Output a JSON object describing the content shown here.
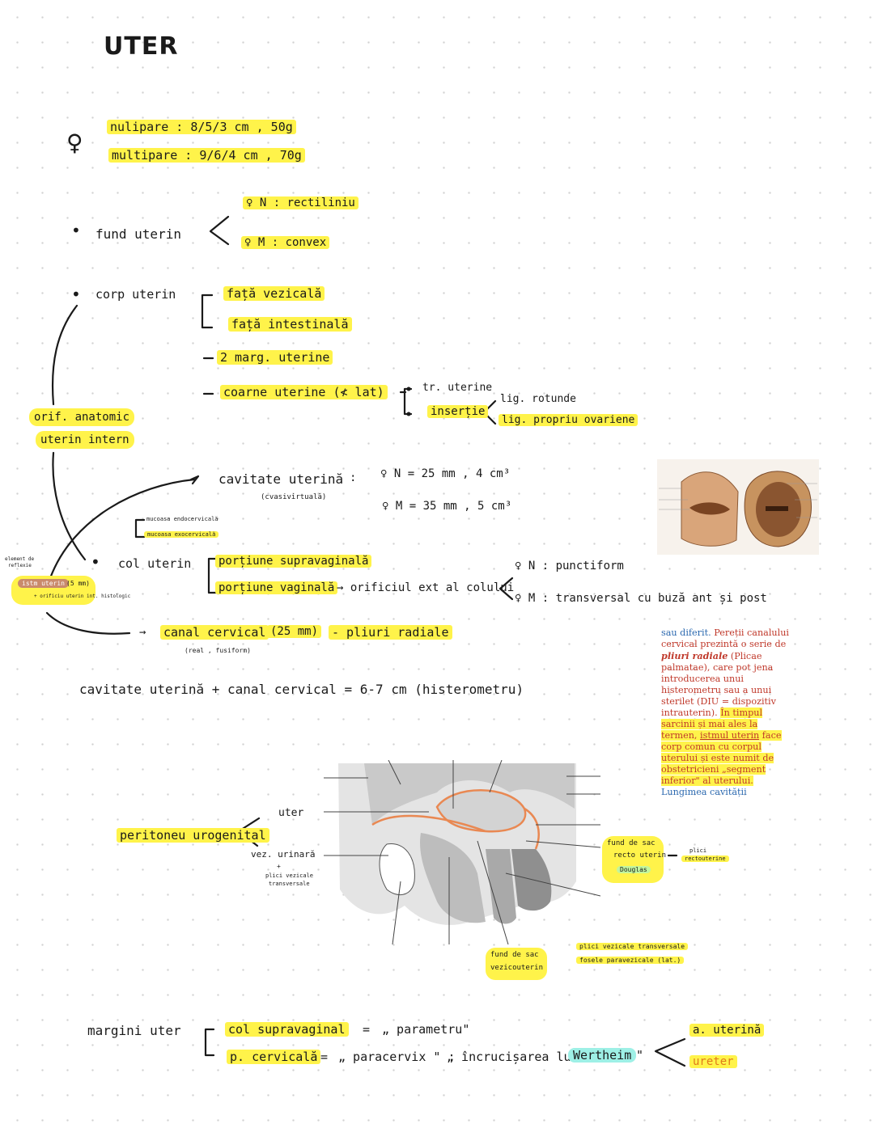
{
  "title": "UTER",
  "female_symbol": "♀",
  "dims": {
    "nulipare": "nulipare :   8/5/3 cm   ,  50g",
    "multipare": "multipare :  9/6/4 cm  ,  70g"
  },
  "fund": {
    "label": "fund  uterin",
    "n": "♀ N : rectiliniu",
    "m": "♀ M : convex"
  },
  "corp": {
    "label": "corp  uterin",
    "fata_vezicala": "față  vezicală",
    "fata_intestinala": "față  intestinală",
    "marg": "2 marg. uterine",
    "coarne": "coarne  uterine  (≮ lat)",
    "tr": "tr. uterine",
    "insertie": "inserție",
    "lig_rotunde": "lig. rotunde",
    "lig_propriu": "lig. propriu ovariene"
  },
  "orif": {
    "line1": "orif. anatomic",
    "line2": "uterin  intern"
  },
  "cavitate": {
    "label": "cavitate  uterină",
    "sub": "(cvasivirtuală)",
    "colon": ":",
    "n": "♀ N  =  25 mm  ,  4 cm³",
    "m": "♀ M  =  35 mm  ,  5 cm³"
  },
  "mucoasa": {
    "endo": "mucoasa  endocervicală",
    "exo": "mucoasa  exocervicală"
  },
  "element": {
    "line1": "element de",
    "line2": "reflexie"
  },
  "istm": {
    "label": "istm uterin",
    "mm": "(5 mm)",
    "note": "+ orificiu  uterin int. histologic"
  },
  "col": {
    "label": "col  uterin",
    "supra": "porțiune  supravaginală",
    "vag": "porțiune  vaginală",
    "arrow_text": "→  orificiul  ext al colului",
    "n": "♀ N : punctiform",
    "m": "♀ M :  transversal  cu buză  ant și post"
  },
  "canal": {
    "label": "canal  cervical",
    "mm": "(25 mm)",
    "sub": "(real , fusiform)",
    "pliuri": "- pliuri radiale"
  },
  "sum": "cavitate  uterină  +  canal  cervical     =  6-7 cm  (histerometru)",
  "textbook": {
    "t1": "sau diferit.",
    "t2": " Pereții canalului cervical prezintă o serie de ",
    "t3": "pliuri radiale",
    "t4": " (Plicae palmatae), care pot jena introducerea unui histerometru sau a unui sterilet (DIU = dispozitiv intrauterin). ",
    "t5": "În timpul sarcinii și mai ales la termen, ",
    "t6": "istmul uterin",
    "t7": " face corp comun cu corpul uterului și este numit de obstetricieni „segment inferior\" al uterului.",
    "t8": " Lungimea cavității"
  },
  "peritoneu": {
    "label": "peritoneu  urogenital",
    "uter": "uter",
    "vez": "vez. urinară",
    "plus": "+",
    "plici1": "plici  vezicale",
    "plici2": "transversale"
  },
  "fund_sac_recto": {
    "l1": "fund  de  sac",
    "l2": "recto uterin",
    "douglas": "Douglas",
    "plici1": "plici",
    "plici2": "rectouterine"
  },
  "fund_sac_vezico": {
    "l1": "fund de sac",
    "l2": "vezicouterin"
  },
  "plici_vez": {
    "l1": "plici  vezicale  transversale",
    "l2": "fosele  paravezicale  (lat.)"
  },
  "margini": {
    "label": "margini  uter",
    "col": "col  supravaginal",
    "eq1": "=",
    "param": "„ parametru\"",
    "pcerv": "p. cervicală",
    "eq2": "=",
    "paracervix": "„ paracervix \" :",
    "incrucisare": "„ încrucișarea  lui",
    "wertheim": "Wertheim",
    "close_quote": "\"",
    "a_uterina": "a. uterină",
    "ureter": "ureter"
  },
  "icons": {
    "cross_section": "cervix-cross-section-illustration",
    "sagittal": "pelvis-sagittal-section-illustration"
  },
  "colors": {
    "highlight": "#fff34a",
    "cyan": "#9ef0e6",
    "green": "#c2f59e",
    "salmon": "#c98a6c",
    "ureter": "#e07b1a"
  }
}
